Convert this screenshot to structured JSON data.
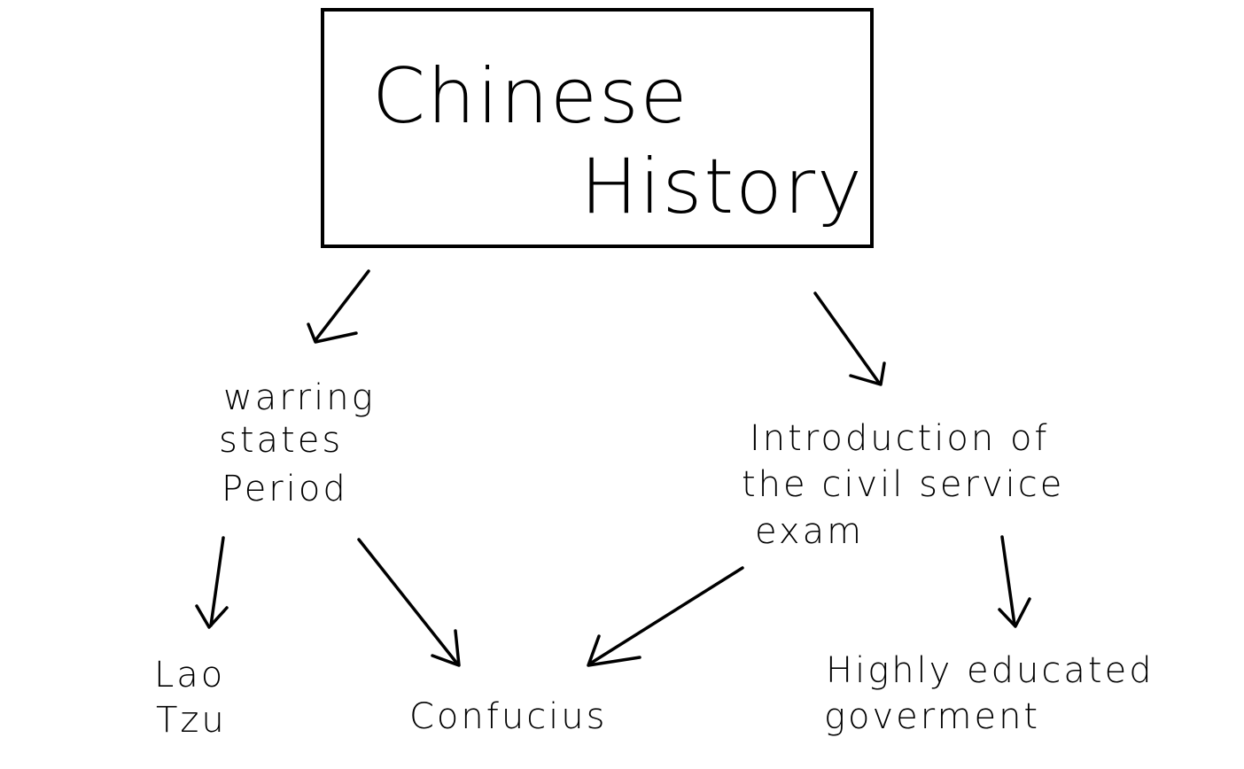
{
  "diagram": {
    "title": {
      "lines": [
        "Chinese",
        "History"
      ]
    },
    "nodes": {
      "warring_states": {
        "lines": [
          "warring",
          "states",
          "Period"
        ]
      },
      "civil_service": {
        "lines": [
          "Introduction of",
          "the civil service",
          "exam"
        ]
      },
      "lao_tzu": {
        "lines": [
          "Lao",
          "Tzu"
        ]
      },
      "confucius": {
        "lines": [
          "Confucius"
        ]
      },
      "educated_gov": {
        "lines": [
          "Highly educated",
          "goverment"
        ]
      }
    },
    "edges": [
      {
        "from": "title",
        "to": "warring_states"
      },
      {
        "from": "title",
        "to": "civil_service"
      },
      {
        "from": "warring_states",
        "to": "lao_tzu"
      },
      {
        "from": "warring_states",
        "to": "confucius"
      },
      {
        "from": "civil_service",
        "to": "confucius"
      },
      {
        "from": "civil_service",
        "to": "educated_gov"
      }
    ],
    "colors": {
      "ink": "#000000",
      "paper": "#ffffff"
    }
  }
}
